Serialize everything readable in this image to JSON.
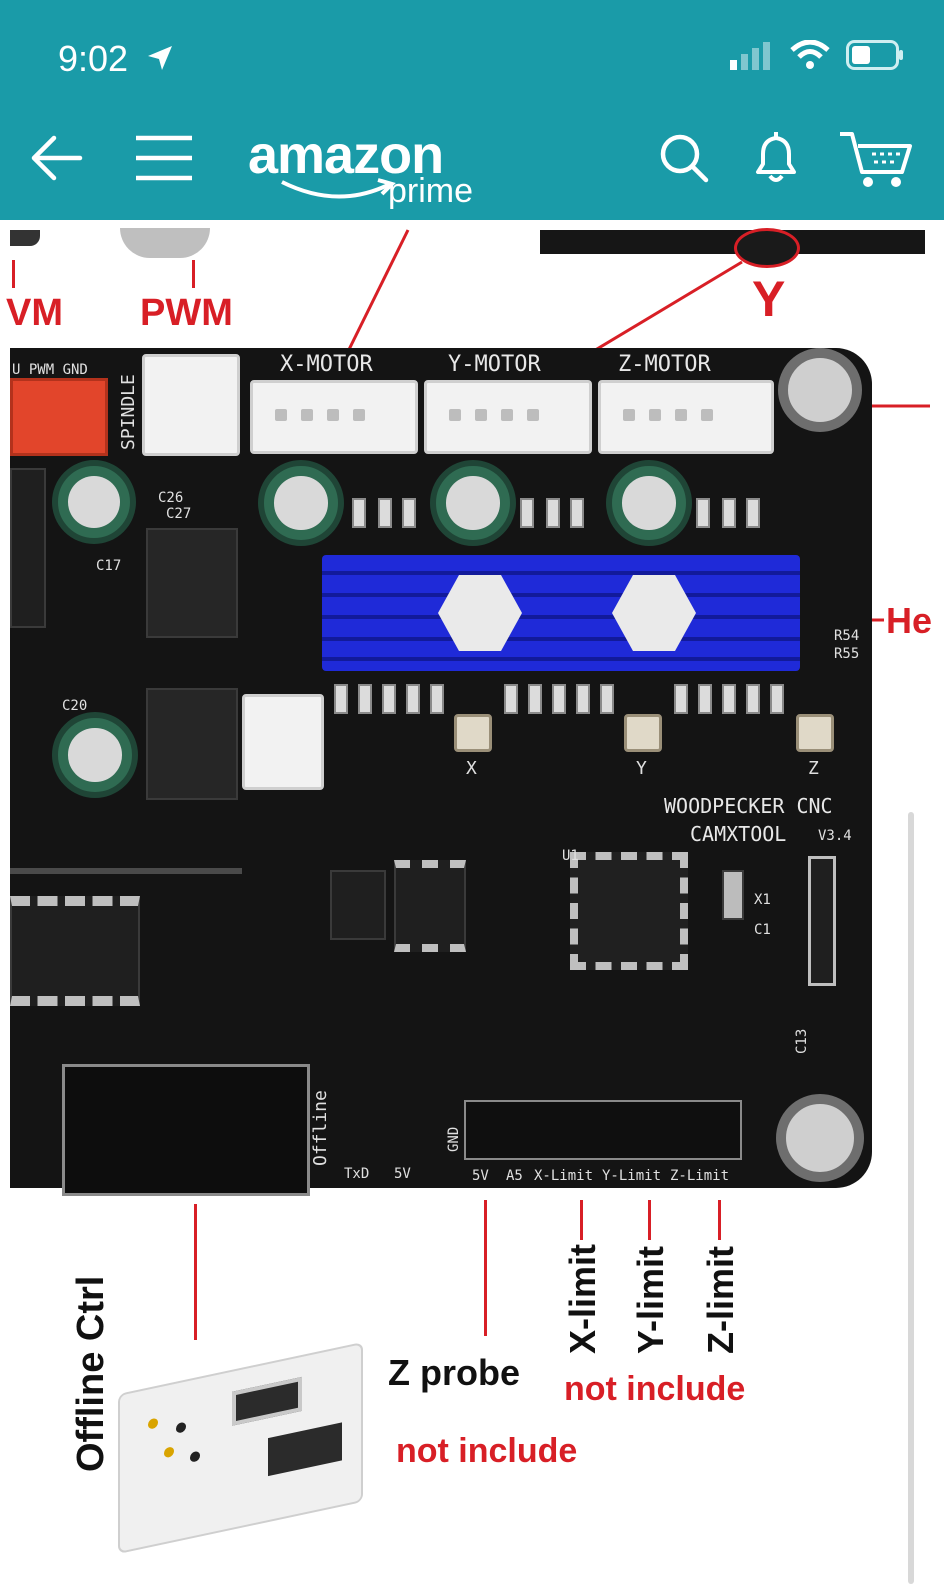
{
  "status_bar": {
    "time": "9:02",
    "location_icon": "location-arrow-icon",
    "signal_icon": "cellular-signal-icon",
    "wifi_icon": "wifi-icon",
    "battery_icon": "battery-icon"
  },
  "nav": {
    "back_icon": "back-arrow-icon",
    "menu_icon": "hamburger-menu-icon",
    "logo_main": "amazon",
    "logo_sub": "prime",
    "search_icon": "search-icon",
    "notifications_icon": "bell-icon",
    "cart_icon": "cart-icon",
    "header_color": "#1a9ba8"
  },
  "image": {
    "labels": {
      "pwm_left": "VM",
      "pwm": "PWM",
      "y_axis": "Y",
      "heatsink": "He",
      "offline_ctrl": "Offline Ctrl",
      "z_probe": "Z probe",
      "not_include_1": "not include",
      "not_include_2": "not include",
      "x_limit": "X-limit",
      "y_limit": "Y-limit",
      "z_limit": "Z-limit"
    },
    "silkscreen": {
      "x_motor": "X-MOTOR",
      "y_motor": "Y-MOTOR",
      "z_motor": "Z-MOTOR",
      "spindle": "SPINDLE",
      "spindle_pins": "U PWM GND",
      "brand_line1": "WOODPECKER CNC",
      "brand_line2": "CAMXTOOL",
      "version": "V3.4",
      "offline": "Offline",
      "txd": "TxD",
      "fivev": "5V",
      "gnd": "GND",
      "pin_5v": "5V",
      "pin_a5": "A5",
      "pin_xlimit": "X-Limit",
      "pin_ylimit": "Y-Limit",
      "pin_zlimit": "Z-Limit",
      "pot_x": "X",
      "pot_y": "Y",
      "pot_z": "Z",
      "u1": "U1",
      "x1": "X1",
      "c1": "C1",
      "c13": "C13",
      "c17": "C17",
      "c20": "C20",
      "c26": "C26",
      "c27": "C27",
      "r54": "R54",
      "r55": "R55"
    },
    "accent_red": "#d81f26",
    "heatsink_blue": "#1f2ad8"
  }
}
